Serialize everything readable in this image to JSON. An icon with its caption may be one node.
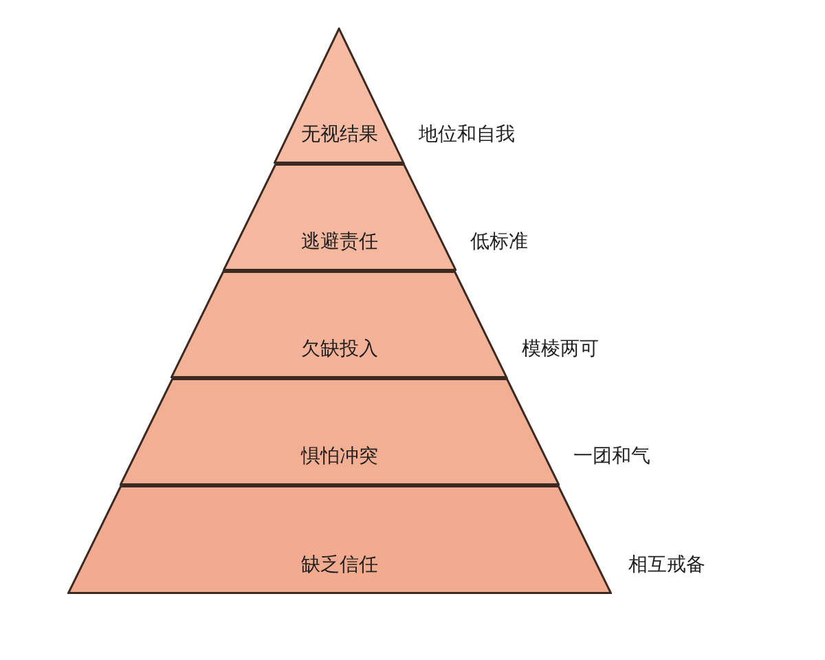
{
  "diagram": {
    "nodes": [
      {
        "text": [
          "无视结果"
        ],
        "beside": [
          "地位和自我"
        ]
      },
      {
        "text": [
          "逃避责任"
        ],
        "beside": [
          "低标准"
        ]
      },
      {
        "text": [
          "欠缺投入"
        ],
        "beside": [
          "模棱两可"
        ]
      },
      {
        "text": [
          "惧怕冲突"
        ],
        "beside": [
          "一团和气"
        ]
      },
      {
        "text": [
          "缺乏信任"
        ],
        "beside": [
          "相互戒备"
        ]
      }
    ]
  }
}
